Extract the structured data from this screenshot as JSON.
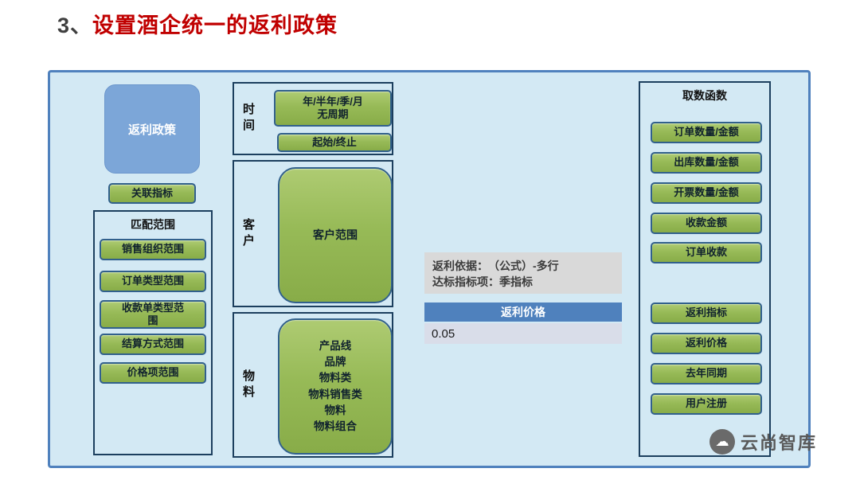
{
  "title": {
    "prefix": "3、",
    "text": "设置酒企统一的返利政策"
  },
  "policy_node": "返利政策",
  "linked_indicator": "关联指标",
  "match_scope": {
    "title": "匹配范围",
    "items": [
      "销售组织范围",
      "订单类型范围",
      "收款单类型范\n围",
      "结算方式范围",
      "价格项范围"
    ]
  },
  "time_group": {
    "label": "时间",
    "cycle": "年/半年/季/月\n无周期",
    "range": "起始/终止"
  },
  "customer_group": {
    "label": "客户",
    "scope": "客户范围"
  },
  "material_group": {
    "label": "物料",
    "scope": "产品线\n品牌\n物料类\n物料销售类\n物料\n物料组合"
  },
  "rebate_info": {
    "line1": "返利依据：　（公式）-多行",
    "line2": "达标指标项：季指标"
  },
  "rebate_price": {
    "header": "返利价格",
    "value": "0.05"
  },
  "functions_panel": {
    "title": "取数函数",
    "group1": [
      "订单数量/金额",
      "出库数量/金额",
      "开票数量/金额",
      "收款金额",
      "订单收款"
    ],
    "group2": [
      "返利指标",
      "返利价格",
      "去年同期",
      "用户注册"
    ]
  },
  "logo": {
    "text": "云尚智库",
    "icon": "cloud-icon"
  },
  "colors": {
    "panel_bg": "#d3e9f4",
    "panel_border": "#4f81bd",
    "green_button": "#97ba57",
    "policy_node_blue": "#7ca6d8",
    "price_header_blue": "#4f81bd",
    "title_red": "#c00000"
  }
}
